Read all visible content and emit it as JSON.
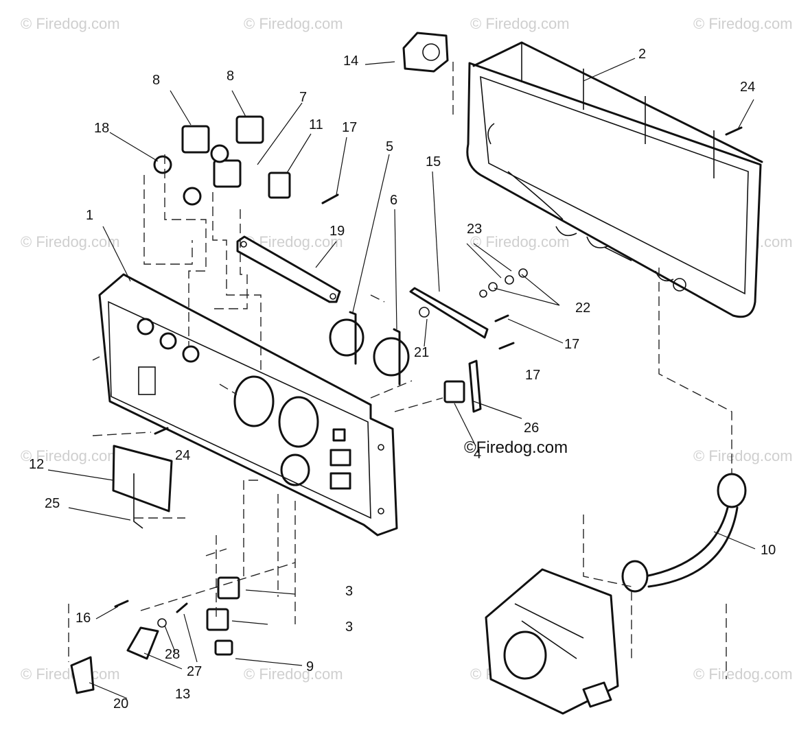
{
  "watermark": "© Firedog.com",
  "brand_mark": "©Firedog.com",
  "callouts": {
    "c1": "1",
    "c2": "2",
    "c3a": "3",
    "c3b": "3",
    "c4": "4",
    "c5": "5",
    "c6": "6",
    "c7": "7",
    "c8a": "8",
    "c8b": "8",
    "c9": "9",
    "c10": "10",
    "c11": "11",
    "c12": "12",
    "c13": "13",
    "c14": "14",
    "c15": "15",
    "c16": "16",
    "c17a": "17",
    "c17b": "17",
    "c17c": "17",
    "c18": "18",
    "c19": "19",
    "c20": "20",
    "c21": "21",
    "c22": "22",
    "c23": "23",
    "c24a": "24",
    "c24b": "24",
    "c25": "25",
    "c26": "26",
    "c27": "27",
    "c28": "28"
  }
}
